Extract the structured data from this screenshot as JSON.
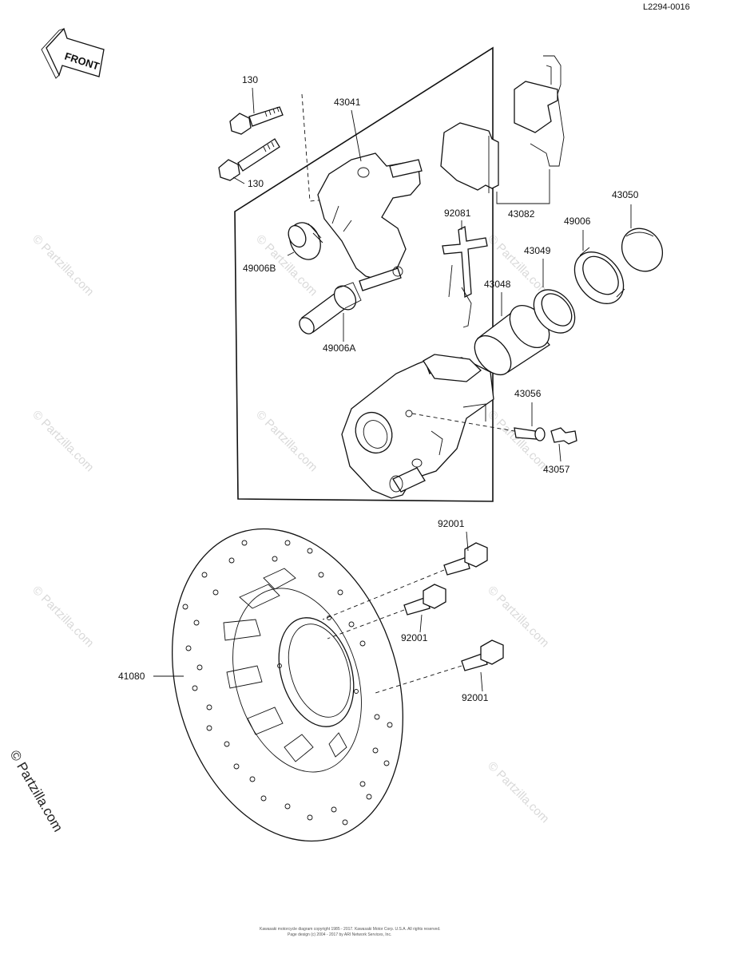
{
  "ref_number": "L2294-0016",
  "front_arrow": {
    "label": "FRONT"
  },
  "watermark": {
    "brand": "© Partzilla.com",
    "repeat": "© Partzilla.com"
  },
  "copyright": [
    "Kawasaki motorcycle diagram copyright 1985 - 2017. Kawasaki Motor Corp. U.S.A. All rights reserved.",
    "Page design (c) 2004 - 2017 by ARI Network Services, Inc."
  ],
  "callouts": {
    "p130a": "130",
    "p130b": "130",
    "p43041": "43041",
    "p43082": "43082",
    "p92081": "92081",
    "p43050": "43050",
    "p49006": "49006",
    "p43049": "43049",
    "p43048": "43048",
    "p49006b": "49006B",
    "p49006a": "49006A",
    "p43056": "43056",
    "p43057": "43057",
    "p92001a": "92001",
    "p92001b": "92001",
    "p92001c": "92001",
    "p41080": "41080"
  }
}
